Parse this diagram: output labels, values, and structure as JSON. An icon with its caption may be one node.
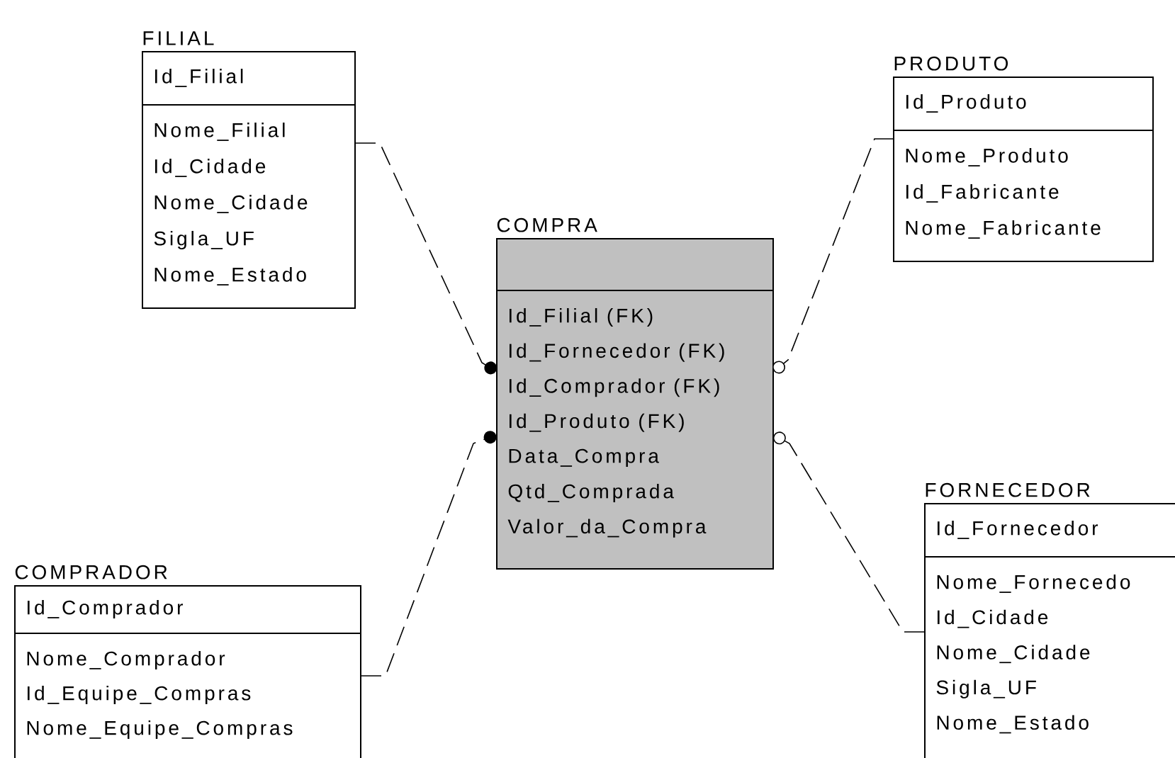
{
  "diagram": {
    "nodes": [
      {
        "text": [
          "FILIAL",
          "Id_Filial",
          "Nome_Filial",
          "Id_Cidade",
          "Nome_Cidade",
          "Sigla_UF",
          "Nome_Estado"
        ]
      },
      {
        "text": [
          "PRODUTO",
          "Id_Produto",
          "Nome_Produto",
          "Id_Fabricante",
          "Nome_Fabricante"
        ]
      },
      {
        "text": [
          "COMPRA",
          "Id_Filial (FK)",
          "Id_Fornecedor (FK)",
          "Id_Comprador (FK)",
          "Id_Produto (FK)",
          "Data_Compra",
          "Qtd_Comprada",
          "Valor_da_Compra"
        ]
      },
      {
        "text": [
          "COMPRADOR",
          "Id_Comprador",
          "Nome_Comprador",
          "Id_Equipe_Compras",
          "Nome_Equipe_Compras"
        ]
      },
      {
        "text": [
          "FORNECEDOR",
          "Id_Fornecedor",
          "Nome_Fornecedo",
          "Id_Cidade",
          "Nome_Cidade",
          "Sigla_UF",
          "Nome_Estado"
        ]
      }
    ],
    "edges": [
      {
        "from": 0,
        "to": 2,
        "arrow": "other",
        "style": "dashed"
      },
      {
        "from": 1,
        "to": 2,
        "arrow": "other",
        "style": "dashed"
      },
      {
        "from": 3,
        "to": 2,
        "arrow": "other",
        "style": "dashed"
      },
      {
        "from": 4,
        "to": 2,
        "arrow": "other",
        "style": "dashed"
      }
    ]
  }
}
